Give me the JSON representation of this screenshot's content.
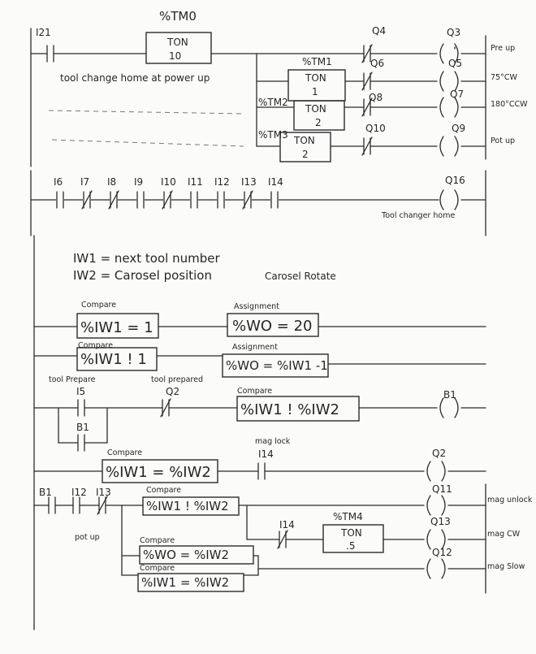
{
  "rung1": {
    "contact_in": "I21",
    "timer": {
      "name": "%TM0",
      "type": "TON",
      "preset": "10"
    },
    "comment": "tool change home at power up",
    "branches": [
      {
        "contact": "Q4",
        "coil": "Q3",
        "label": "Pre up"
      },
      {
        "timer_name": "%TM1",
        "type": "TON",
        "preset": "1",
        "contact": "Q6",
        "coil": "Q5",
        "label": "75°CW"
      },
      {
        "timer_name": "%TM2",
        "type": "TON",
        "preset": "2",
        "contact": "Q8",
        "coil": "Q7",
        "label": "180°CCW"
      },
      {
        "timer_name": "%TM3",
        "type": "TON",
        "preset": "2",
        "contact": "Q10",
        "coil": "Q9",
        "label": "Pot up"
      }
    ]
  },
  "rung2": {
    "contacts": [
      "I6",
      "I7",
      "I8",
      "I9",
      "I10",
      "I11",
      "I12",
      "I13",
      "I14"
    ],
    "coil": "Q16",
    "coil_label": "Tool changer home"
  },
  "notes": {
    "iw1": "IW1 = next tool number",
    "iw2": "IW2 = Carosel position",
    "heading": "Carosel  Rotate"
  },
  "rung3": {
    "compare_label": "Compare",
    "compare": "%IW1 = 1",
    "assign_label": "Assignment",
    "assign": "%WO = 20"
  },
  "rung4": {
    "compare_label": "Compare",
    "compare": "%IW1 ! 1",
    "assign_label": "Assignment",
    "assign": "%WO = %IW1 -1"
  },
  "rung5": {
    "contact_label": "tool Prepare",
    "contact": "I5",
    "seal": "B1",
    "contact2_label": "tool prepared",
    "contact2": "Q2",
    "compare_label": "Compare",
    "compare": "%IW1 ! %IW2",
    "coil": "B1"
  },
  "rung6": {
    "compare_label": "Compare",
    "compare": "%IW1 = %IW2",
    "contact_label": "mag lock",
    "contact": "I14",
    "coil": "Q2"
  },
  "rung7": {
    "contacts": [
      "B1",
      "I12",
      "I13"
    ],
    "contact_note": "pot up",
    "compare_label": "Compare",
    "compare": "%IW1 ! %IW2",
    "contact_i14": "I14",
    "timer": {
      "name": "%TM4",
      "type": "TON",
      "preset": ".5"
    },
    "coils": [
      {
        "coil": "Q11",
        "label": "mag unlock"
      },
      {
        "coil": "Q13",
        "label": "mag CW"
      },
      {
        "coil": "Q12",
        "label": "mag Slow"
      }
    ],
    "compare2_label": "Compare",
    "compare2": "%WO = %IW2",
    "compare3_label": "Compare",
    "compare3": "%IW1 = %IW2"
  }
}
